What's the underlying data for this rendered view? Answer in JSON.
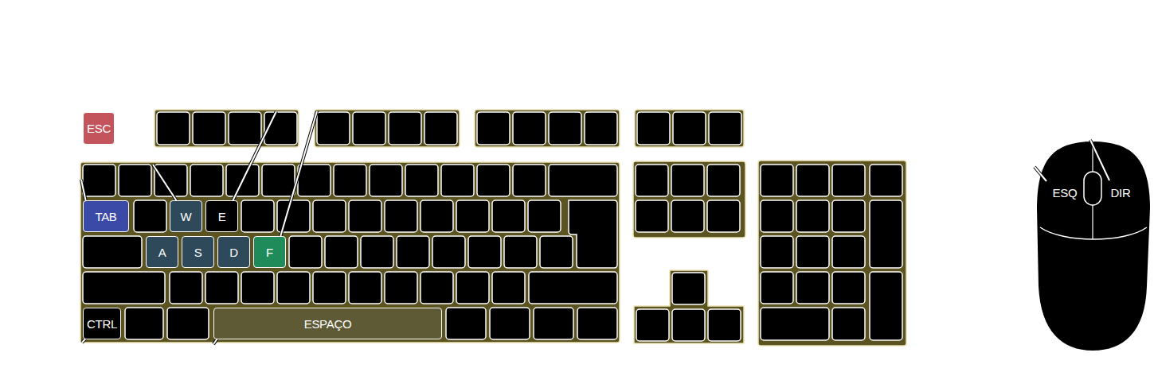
{
  "diagram": {
    "nodes": [
      {
        "text": [
          "ESC"
        ]
      },
      {
        "text": [
          "TAB"
        ]
      },
      {
        "text": [
          "W"
        ]
      },
      {
        "text": [
          "E"
        ]
      },
      {
        "text": [
          "A"
        ]
      },
      {
        "text": [
          "S"
        ]
      },
      {
        "text": [
          "D"
        ]
      },
      {
        "text": [
          "F"
        ]
      },
      {
        "text": [
          "CTRL"
        ]
      },
      {
        "text": [
          "ESPAÇO"
        ]
      },
      {
        "text": [
          "ESQ"
        ]
      },
      {
        "text": [
          "DIR"
        ]
      }
    ]
  }
}
